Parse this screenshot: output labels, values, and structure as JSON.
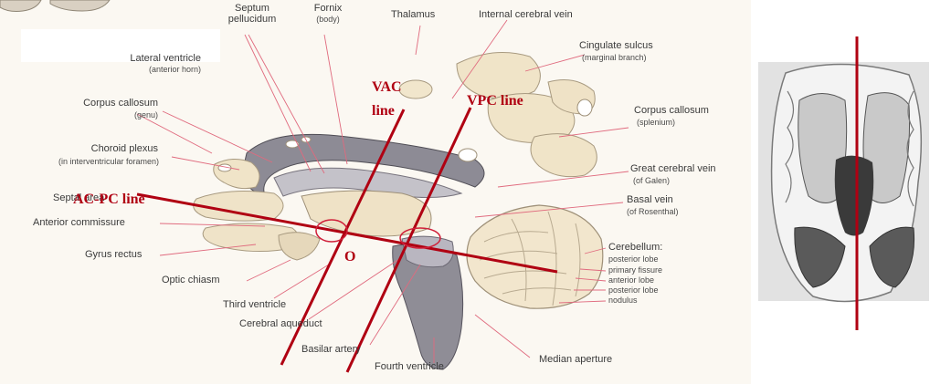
{
  "labels": {
    "septum": "Septum",
    "pellucidum": "pellucidum",
    "fornix": "Fornix",
    "fornix_body": "(body)",
    "thalamus": "Thalamus",
    "internal_cerebral_vein": "Internal cerebral vein",
    "cingulate_sulcus": "Cingulate sulcus",
    "cingulate_marginal": "(marginal branch)",
    "lateral_ventricle": "Lateral ventricle",
    "lateral_ventricle_sub": "(anterior horn)",
    "corpus_callosum_genu": "Corpus callosum",
    "genu": "(genu)",
    "corpus_callosum_splenium": "Corpus callosum",
    "splenium": "(splenium)",
    "choroid_plexus": "Choroid plexus",
    "choroid_sub": "(in interventricular foramen)",
    "great_cerebral_vein": "Great cerebral vein",
    "of_galen": "(of Galen)",
    "basal_vein": "Basal vein",
    "of_rosenthal": "(of Rosenthal)",
    "septal_area": "Septal area",
    "anterior_commissure": "Anterior commissure",
    "gyrus_rectus": "Gyrus rectus",
    "cerebellum": "Cerebellum:",
    "posterior_lobe_1": "posterior lobe",
    "primary_fissure": "primary fissure",
    "anterior_lobe": "anterior lobe",
    "posterior_lobe_2": "posterior lobe",
    "nodulus": "nodulus",
    "optic_chiasm": "Optic chiasm",
    "third_ventricle": "Third ventricle",
    "cerebral_aqueduct": "Cerebral aqueduct",
    "basilar_artery": "Basilar artery",
    "fourth_ventricle": "Fourth ventricle",
    "median_aperture": "Median aperture"
  },
  "overlay": {
    "vac_1": "VAC",
    "vac_2": "line",
    "vpc": "VPC line",
    "acpc": "AC-PC line",
    "origin": "O"
  },
  "colors": {
    "annotation_red": "#b00012",
    "tissue": "#f0e4c8",
    "tissue_dark": "#b8aa90",
    "leader_line": "#e06a7e"
  }
}
